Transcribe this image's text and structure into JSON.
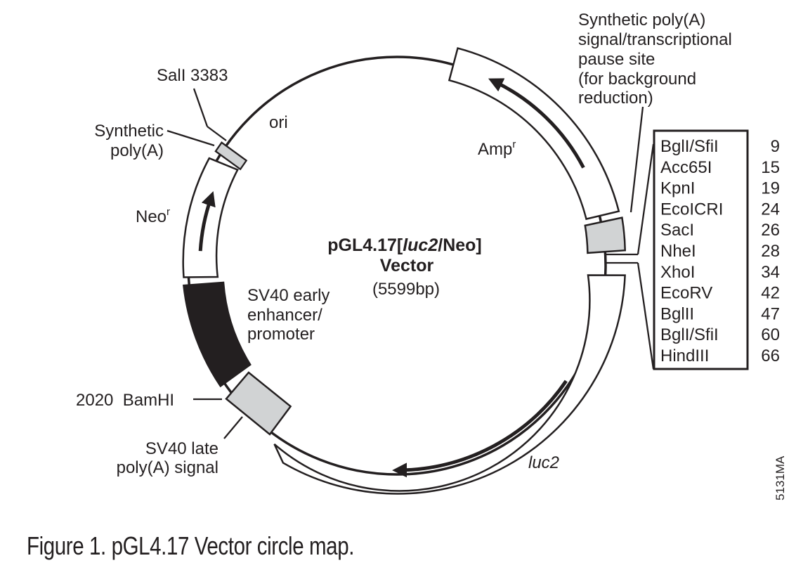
{
  "vector": {
    "name_prefix": "pGL4.17[",
    "name_italic": "luc2",
    "name_suffix": "/Neo]",
    "name_line2": "Vector",
    "size": "(5599bp)"
  },
  "features": {
    "synthetic_polyA_pause": [
      "Synthetic poly(A)",
      "signal/transcriptional",
      "pause site",
      "(for background",
      "reduction)"
    ],
    "amp": "Amp",
    "amp_sup": "r",
    "ori": "ori",
    "sall": "SalI 3383",
    "synthetic_polyA": [
      "Synthetic",
      "poly(A)"
    ],
    "neo": "Neo",
    "neo_sup": "r",
    "sv40_promoter": [
      "SV40 early",
      "enhancer/",
      "promoter"
    ],
    "bamhi": "2020  BamHI",
    "sv40_late": [
      "SV40 late",
      "poly(A) signal"
    ],
    "luc2": "luc2"
  },
  "mcs_sites": [
    {
      "name": "BglI/SfiI",
      "pos": "9"
    },
    {
      "name": "Acc65I",
      "pos": "15"
    },
    {
      "name": "KpnI",
      "pos": "19"
    },
    {
      "name": "EcoICRI",
      "pos": "24"
    },
    {
      "name": "SacI",
      "pos": "26"
    },
    {
      "name": "NheI",
      "pos": "28"
    },
    {
      "name": "XhoI",
      "pos": "34"
    },
    {
      "name": "EcoRV",
      "pos": "42"
    },
    {
      "name": "BglII",
      "pos": "47"
    },
    {
      "name": "BglI/SfiI",
      "pos": "60"
    },
    {
      "name": "HindIII",
      "pos": "66"
    }
  ],
  "catalog_code": "5131MA",
  "caption": "Figure 1. pGL4.17 Vector circle map."
}
